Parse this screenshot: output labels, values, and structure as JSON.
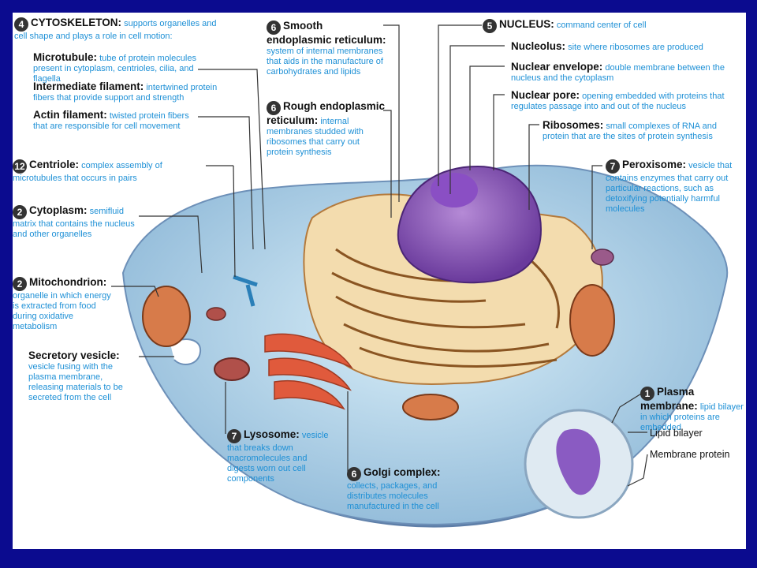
{
  "colors": {
    "frame": "#0b0b8f",
    "label_title": "#111111",
    "label_desc": "#1e90d6",
    "badge": "#333333"
  },
  "labels": {
    "cytoskeleton": {
      "num": "4",
      "title": "CYTOSKELETON:",
      "desc": "supports organelles and cell shape and plays a role in cell motion:"
    },
    "microtubule": {
      "title": "Microtubule:",
      "desc": "tube of protein molecules present in cytoplasm, centrioles, cilia, and flagella"
    },
    "intermediate": {
      "title": "Intermediate filament:",
      "desc": "intertwined protein fibers that provide support and strength"
    },
    "actin": {
      "title": "Actin filament:",
      "desc": "twisted protein fibers that are responsible for cell movement"
    },
    "centriole": {
      "num": "12",
      "title": "Centriole:",
      "desc": "complex assembly of microtubules that occurs in pairs"
    },
    "cytoplasm": {
      "num": "2",
      "title": "Cytoplasm:",
      "desc": "semifluid matrix that contains the nucleus and other organelles"
    },
    "mitochondrion": {
      "num": "2",
      "title": "Mitochondrion:",
      "desc": "organelle in which energy is extracted from food during oxidative metabolism"
    },
    "secretory": {
      "title": "Secretory vesicle:",
      "desc": "vesicle fusing with the plasma membrane, releasing materials to be secreted from the cell"
    },
    "smooth_er": {
      "num": "6",
      "title": "Smooth endoplasmic reticulum:",
      "desc": "system of internal membranes that aids in the manufacture of carbohydrates and lipids"
    },
    "rough_er": {
      "num": "6",
      "title": "Rough endoplasmic reticulum:",
      "desc": "internal membranes studded with ribosomes that carry out protein synthesis"
    },
    "nucleus": {
      "num": "5",
      "title": "NUCLEUS:",
      "desc": "command center of cell"
    },
    "nucleolus": {
      "title": "Nucleolus:",
      "desc": "site where ribosomes are produced"
    },
    "envelope": {
      "title": "Nuclear envelope:",
      "desc": "double membrane between the nucleus and the cytoplasm"
    },
    "pore": {
      "title": "Nuclear pore:",
      "desc": "opening embedded with proteins that regulates passage into and out of the nucleus"
    },
    "ribosomes": {
      "title": "Ribosomes:",
      "desc": "small complexes of RNA and protein that are the sites of protein synthesis"
    },
    "peroxisome": {
      "num": "7",
      "title": "Peroxisome:",
      "desc": "vesicle that contains enzymes that carry out particular reactions, such as detoxifying potentially harmful molecules"
    },
    "plasma": {
      "num": "1",
      "title": "Plasma membrane:",
      "desc": "lipid bilayer in which proteins are embedded"
    },
    "lysosome": {
      "num": "7",
      "title": "Lysosome:",
      "desc": "vesicle that breaks down macromolecules and digests worn out cell components"
    },
    "golgi": {
      "num": "6",
      "title": "Golgi complex:",
      "desc": "collects, packages, and distributes molecules manufactured in the cell"
    },
    "lipid_bilayer": "Lipid bilayer",
    "membrane_protein": "Membrane protein"
  }
}
